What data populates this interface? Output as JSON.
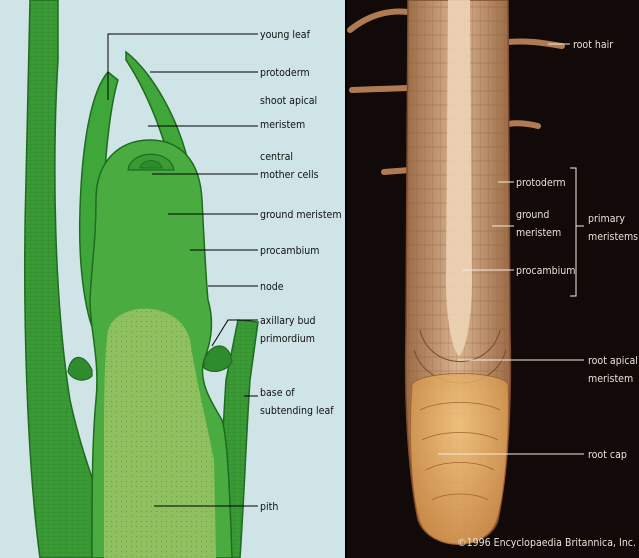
{
  "shoot_panel": {
    "labels": {
      "young_leaf": "young leaf",
      "protoderm": "protoderm",
      "shoot_apical_1": "shoot apical",
      "shoot_apical_2": "meristem",
      "central_1": "central",
      "central_2": "mother cells",
      "ground_meristem": "ground meristem",
      "procambium": "procambium",
      "node": "node",
      "axillary_1": "axillary bud",
      "axillary_2": "primordium",
      "base_1": "base of",
      "base_2": "subtending leaf",
      "pith": "pith"
    },
    "colors": {
      "background": "#cfe4e6",
      "leaf_dark": "#2e8b2e",
      "leaf_mid": "#3fa63a",
      "pith": "#8fc060"
    }
  },
  "root_panel": {
    "labels": {
      "root_hair": "root hair",
      "protoderm": "protoderm",
      "ground_1": "ground",
      "ground_2": "meristem",
      "procambium": "procambium",
      "primary_1": "primary",
      "primary_2": "meristems",
      "apical_1": "root apical",
      "apical_2": "meristem",
      "root_cap": "root cap"
    },
    "colors": {
      "background": "#120a08",
      "root_outer": "#b07a52",
      "root_inner": "#d9b08a",
      "cap": "#e0a050"
    }
  },
  "copyright": "©1996 Encyclopaedia Britannica, Inc."
}
